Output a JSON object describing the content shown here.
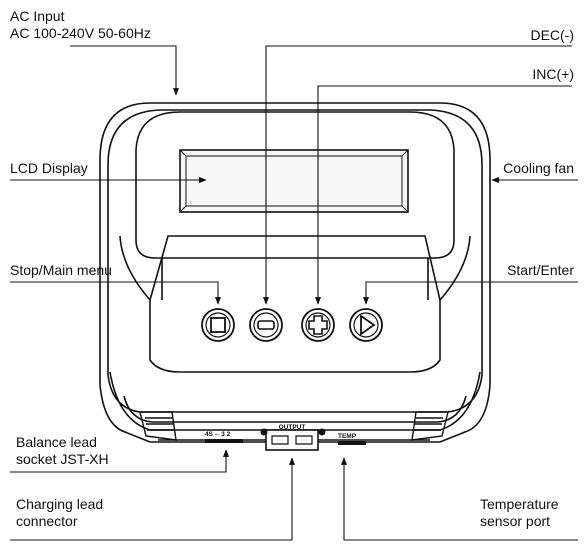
{
  "labels": {
    "ac_input_line1": "AC Input",
    "ac_input_line2": "AC 100-240V 50-60Hz",
    "dec": "DEC(-)",
    "inc": "INC(+)",
    "lcd_display": "LCD Display",
    "cooling_fan": "Cooling fan",
    "stop_main_menu": "Stop/Main menu",
    "start_enter": "Start/Enter",
    "balance_lead_line1": "Balance lead",
    "balance_lead_line2": "socket JST-XH",
    "charging_lead_line1": "Charging lead",
    "charging_lead_line2": "connector",
    "temperature_line1": "Temperature",
    "temperature_line2": "sensor port"
  },
  "panel_text": {
    "output": "OUTPUT",
    "balance_port_marking": "4S ─ 3 2",
    "temp_port_marking": "TEMP"
  },
  "colors": {
    "ink": "#111111",
    "lcd_fill": "#f7f7f7",
    "background": "#ffffff"
  }
}
